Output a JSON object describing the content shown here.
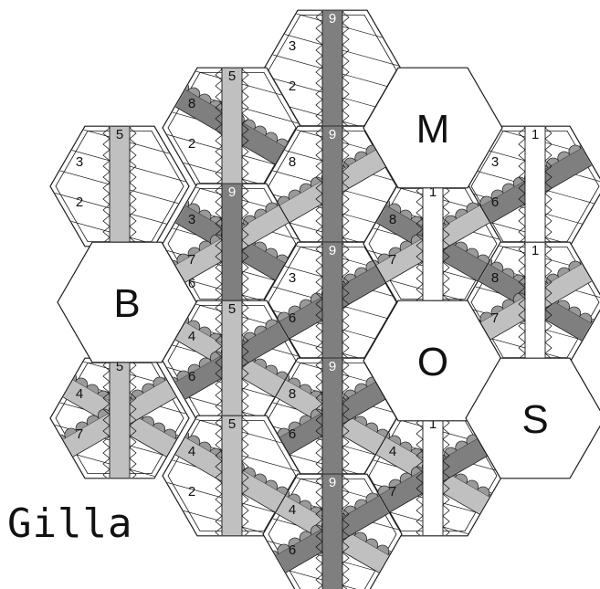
{
  "caption": "Gilla",
  "colors": {
    "dark_band": "#7f7f7f",
    "light_band": "#c0c0c0",
    "white_band": "#ffffff",
    "stroke": "#1a1a1a"
  },
  "tiles": [
    {
      "id": "t1",
      "kind": "tile",
      "labels": [
        "9",
        "3",
        "2"
      ],
      "vert": "dark",
      "diag": []
    },
    {
      "id": "t2",
      "kind": "tile",
      "labels": [
        "5",
        "8",
        "2"
      ],
      "vert": "light",
      "diag": [
        "a-dark"
      ]
    },
    {
      "id": "t3",
      "kind": "tile",
      "labels": [
        "5",
        "3",
        "2"
      ],
      "vert": "light",
      "diag": []
    },
    {
      "id": "t4",
      "kind": "tile",
      "labels": [
        "9",
        "8"
      ],
      "vert": "dark",
      "diag": [
        "b-light"
      ]
    },
    {
      "id": "t5",
      "kind": "tile",
      "labels": [
        "9",
        "3",
        "7",
        "6"
      ],
      "vert": "dark",
      "diag": [
        "a-dark",
        "b-light"
      ]
    },
    {
      "id": "t6",
      "kind": "tile",
      "labels": [
        "1",
        "3",
        "6"
      ],
      "vert": "white",
      "diag": [
        "b-dark"
      ]
    },
    {
      "id": "t7",
      "kind": "tile",
      "labels": [
        "9",
        "3",
        "6"
      ],
      "vert": "dark",
      "diag": [
        "b-dark"
      ]
    },
    {
      "id": "t8",
      "kind": "tile",
      "labels": [
        "1",
        "8",
        "7"
      ],
      "vert": "white",
      "diag": [
        "a-dark",
        "b-light"
      ]
    },
    {
      "id": "t9",
      "kind": "tile",
      "labels": [
        "1",
        "8",
        "7"
      ],
      "vert": "white",
      "diag": [
        "a-dark",
        "b-light"
      ]
    },
    {
      "id": "t10",
      "kind": "tile",
      "labels": [
        "5",
        "4",
        "6"
      ],
      "vert": "light",
      "diag": [
        "a-light",
        "b-dark"
      ]
    },
    {
      "id": "t11",
      "kind": "tile",
      "labels": [
        "5",
        "4",
        "7"
      ],
      "vert": "light",
      "diag": [
        "a-light",
        "b-light"
      ]
    },
    {
      "id": "t12",
      "kind": "tile",
      "labels": [
        "9",
        "8",
        "6"
      ],
      "vert": "dark",
      "diag": [
        "a-light",
        "b-dark"
      ]
    },
    {
      "id": "t13",
      "kind": "tile",
      "labels": [
        "5",
        "4",
        "2"
      ],
      "vert": "light",
      "diag": [
        "a-light"
      ]
    },
    {
      "id": "t14",
      "kind": "tile",
      "labels": [
        "1",
        "4",
        "7"
      ],
      "vert": "white",
      "diag": [
        "a-light",
        "b-dark"
      ]
    },
    {
      "id": "t15",
      "kind": "tile",
      "labels": [
        "9",
        "4",
        "6"
      ],
      "vert": "dark",
      "diag": [
        "a-light",
        "b-dark"
      ]
    },
    {
      "id": "e1",
      "kind": "letter",
      "letter": "M"
    },
    {
      "id": "e2",
      "kind": "letter",
      "letter": "B"
    },
    {
      "id": "e3",
      "kind": "letter",
      "letter": "O"
    },
    {
      "id": "e4",
      "kind": "letter",
      "letter": "S"
    }
  ]
}
